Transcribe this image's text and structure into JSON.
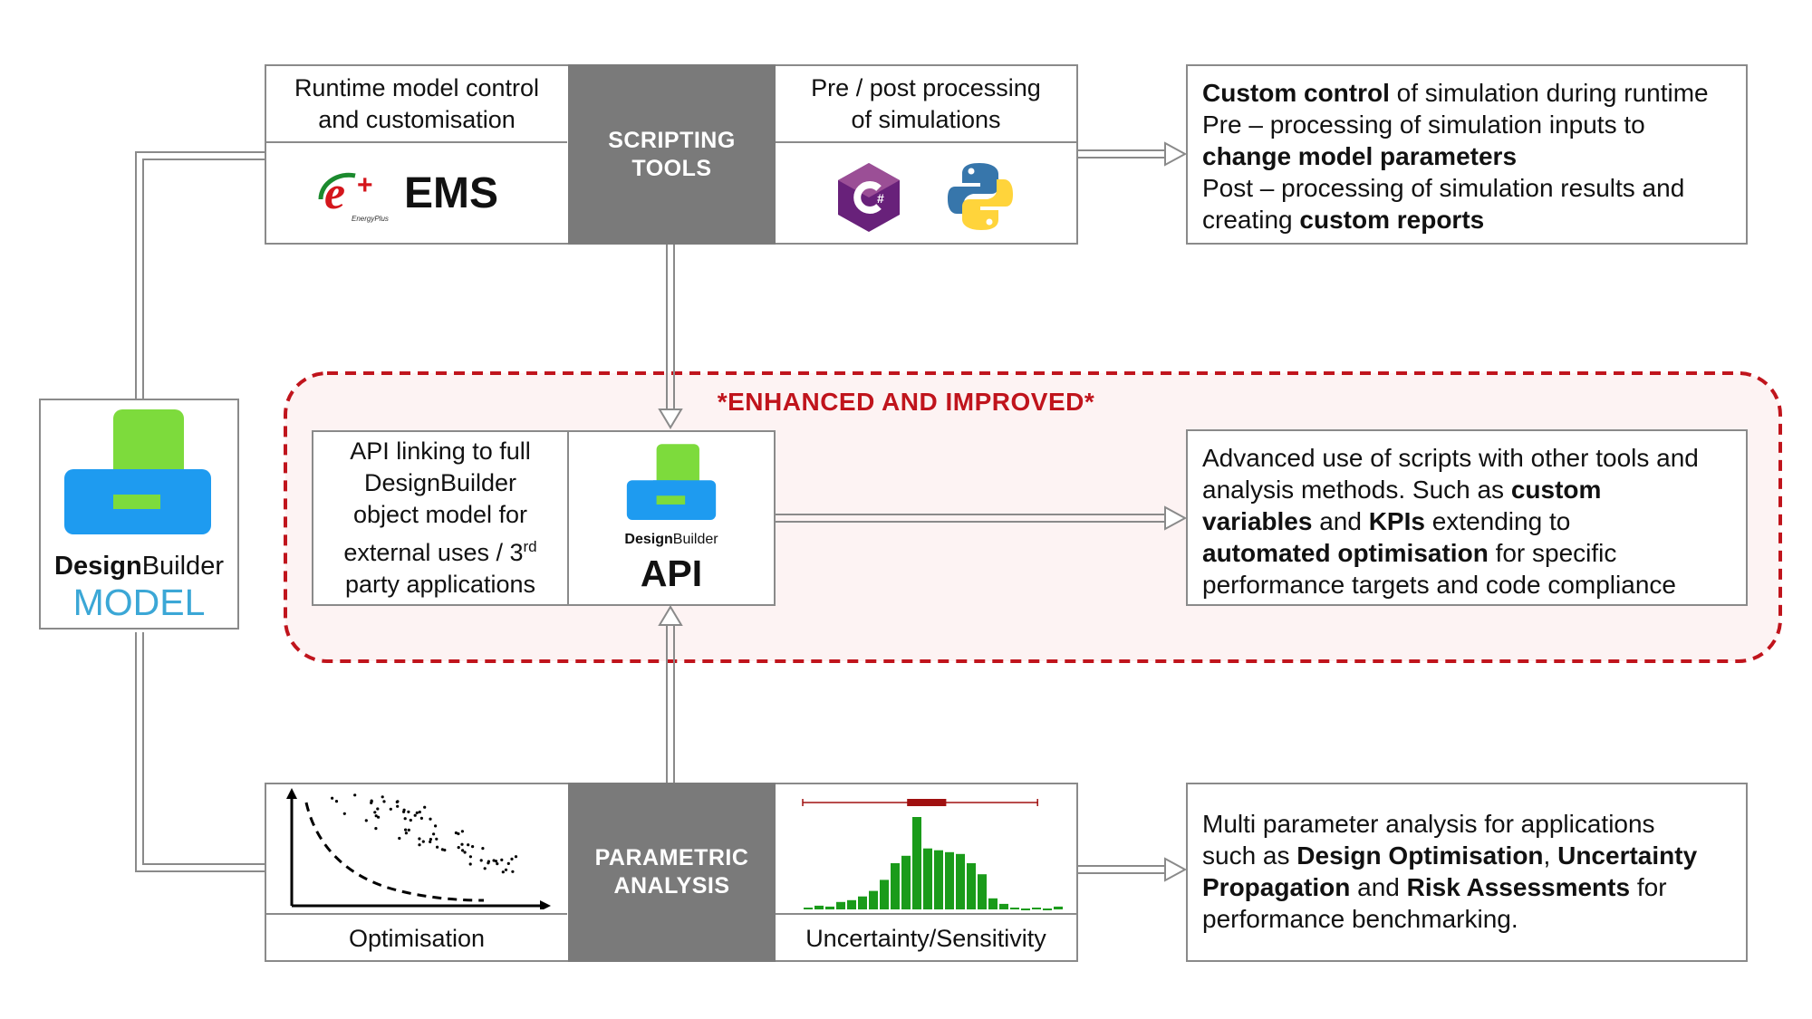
{
  "colors": {
    "border": "#8a8a8a",
    "gray_block": "#7a7a7a",
    "dashed_red": "#c0141c",
    "enhanced_fill": "#fdf3f3",
    "db_green": "#7ddb3c",
    "db_blue": "#1e9bf0",
    "model_text": "#3ba7d6",
    "histogram_green": "#1a9b1a",
    "boxplot_red": "#a01010"
  },
  "model": {
    "brand_bold": "Design",
    "brand_rest": "Builder",
    "label": "MODEL"
  },
  "scripting": {
    "left_title_line1": "Runtime model control",
    "left_title_line2": "and customisation",
    "ems_label": "EMS",
    "energyplus_label": "EnergyPlus",
    "center_line1": "SCRIPTING",
    "center_line2": "TOOLS",
    "right_title_line1": "Pre / post processing",
    "right_title_line2": "of simulations",
    "icons": [
      "csharp-icon",
      "python-icon"
    ],
    "description": {
      "l1_bold": "Custom control",
      "l1_rest": " of simulation during runtime",
      "l2": "Pre – processing of simulation inputs to",
      "l3_bold": "change model parameters",
      "l4": "Post – processing of simulation results and",
      "l5_pre": "creating ",
      "l5_bold": "custom reports"
    }
  },
  "enhanced": {
    "title": "*ENHANCED AND IMPROVED*"
  },
  "api": {
    "left_line1": "API linking to full",
    "left_line2": "DesignBuilder",
    "left_line3": "object model for",
    "left_line4_pre": "external uses / 3",
    "left_line4_sup": "rd",
    "left_line5": "party applications",
    "brand_bold": "Design",
    "brand_rest": "Builder",
    "label": "API",
    "description": {
      "l1": "Advanced use of scripts with other tools and",
      "l2_pre": "analysis methods. Such as ",
      "l2_bold": "custom",
      "l3_bold1": "variables",
      "l3_mid": " and ",
      "l3_bold2": "KPIs",
      "l3_rest": "  extending to",
      "l4_bold": "automated optimisation",
      "l4_rest": " for specific",
      "l5": "performance targets and code compliance"
    }
  },
  "parametric": {
    "left_label": "Optimisation",
    "center_line1": "PARAMETRIC",
    "center_line2": "ANALYSIS",
    "right_label": "Uncertainty/Sensitivity",
    "description": {
      "l1": "Multi parameter analysis for applications",
      "l2_pre": "such as ",
      "l2_bold1": "Design Optimisation",
      "l2_mid": ", ",
      "l2_bold2": "Uncertainty",
      "l3_bold1": "Propagation",
      "l3_mid": " and ",
      "l3_bold2": "Risk Assessments",
      "l3_rest": " for",
      "l4": "performance benchmarking."
    }
  },
  "histogram": {
    "values": [
      0.02,
      0.04,
      0.03,
      0.08,
      0.1,
      0.14,
      0.2,
      0.32,
      0.5,
      0.58,
      1.0,
      0.66,
      0.64,
      0.62,
      0.6,
      0.5,
      0.38,
      0.12,
      0.06,
      0.02,
      0.01,
      0.02,
      0.01,
      0.03
    ],
    "whisker_low": 0.0,
    "whisker_high": 0.9,
    "box_low": 0.4,
    "box_high": 0.55
  }
}
